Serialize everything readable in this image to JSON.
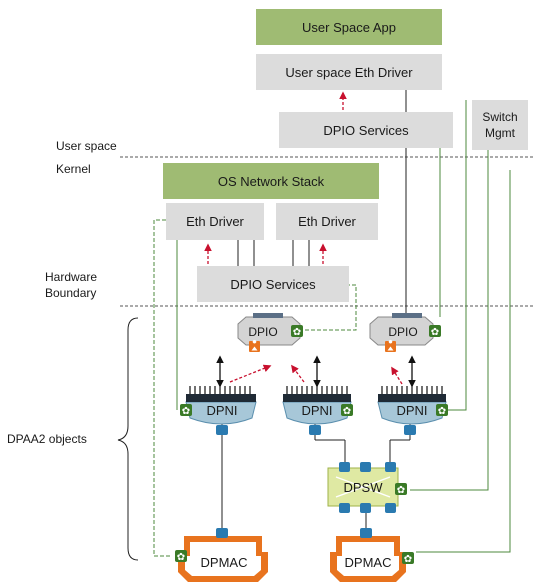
{
  "boxes": {
    "user_space_app": "User Space App",
    "user_eth_driver": "User space Eth Driver",
    "dpio_services_user": "DPIO Services",
    "switch_mgmt": [
      "Switch",
      "Mgmt"
    ],
    "os_network_stack": "OS Network Stack",
    "eth_driver_left": "Eth Driver",
    "eth_driver_right": "Eth Driver",
    "dpio_services_kernel": "DPIO Services"
  },
  "objects": {
    "dpio_left": "DPIO",
    "dpio_right": "DPIO",
    "dpni_left": "DPNI",
    "dpni_mid": "DPNI",
    "dpni_right": "DPNI",
    "dpsw": "DPSW",
    "dpmac_left": "DPMAC",
    "dpmac_right": "DPMAC"
  },
  "side_labels": {
    "user_space": "User space",
    "kernel": "Kernel",
    "hardware_boundary": [
      "Hardware",
      "Boundary"
    ],
    "dpaa2_objects": "DPAA2 objects"
  },
  "colors": {
    "green_box": "#9fbb73",
    "gray_box": "#dcdcdc",
    "steel": "#a7c7d8",
    "steel_dark": "#5b8fae",
    "dpsw_fill": "#dfe9a3",
    "orange": "#e8731e",
    "gear_green": "#3a7a27",
    "connector_green": "#4c8a3c",
    "arrow_red": "#c8102e",
    "port_blue": "#2a7ab0"
  },
  "icons": [
    "gear-icon",
    "person-icon",
    "port-icon"
  ]
}
